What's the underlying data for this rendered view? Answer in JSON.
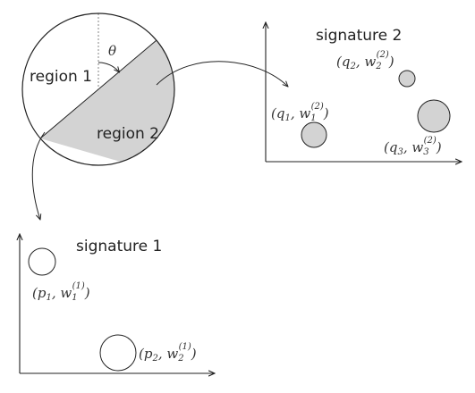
{
  "disk": {
    "region1_label": "region 1",
    "region2_label": "region 2",
    "angle_label": "θ",
    "region2_color": "#d3d3d3",
    "outline_color": "#222222"
  },
  "signature1": {
    "title": "signature 1",
    "points": [
      {
        "p": "p",
        "idx": "1",
        "w": "w",
        "widx": "1",
        "sup": "(1)",
        "fill": "#ffffff"
      },
      {
        "p": "p",
        "idx": "2",
        "w": "w",
        "widx": "2",
        "sup": "(1)",
        "fill": "#ffffff"
      }
    ]
  },
  "signature2": {
    "title": "signature 2",
    "points": [
      {
        "p": "q",
        "idx": "1",
        "w": "w",
        "widx": "1",
        "sup": "(2)",
        "fill": "#d3d3d3"
      },
      {
        "p": "q",
        "idx": "2",
        "w": "w",
        "widx": "2",
        "sup": "(2)",
        "fill": "#d3d3d3"
      },
      {
        "p": "q",
        "idx": "3",
        "w": "w",
        "widx": "3",
        "sup": "(2)",
        "fill": "#d3d3d3"
      }
    ]
  }
}
